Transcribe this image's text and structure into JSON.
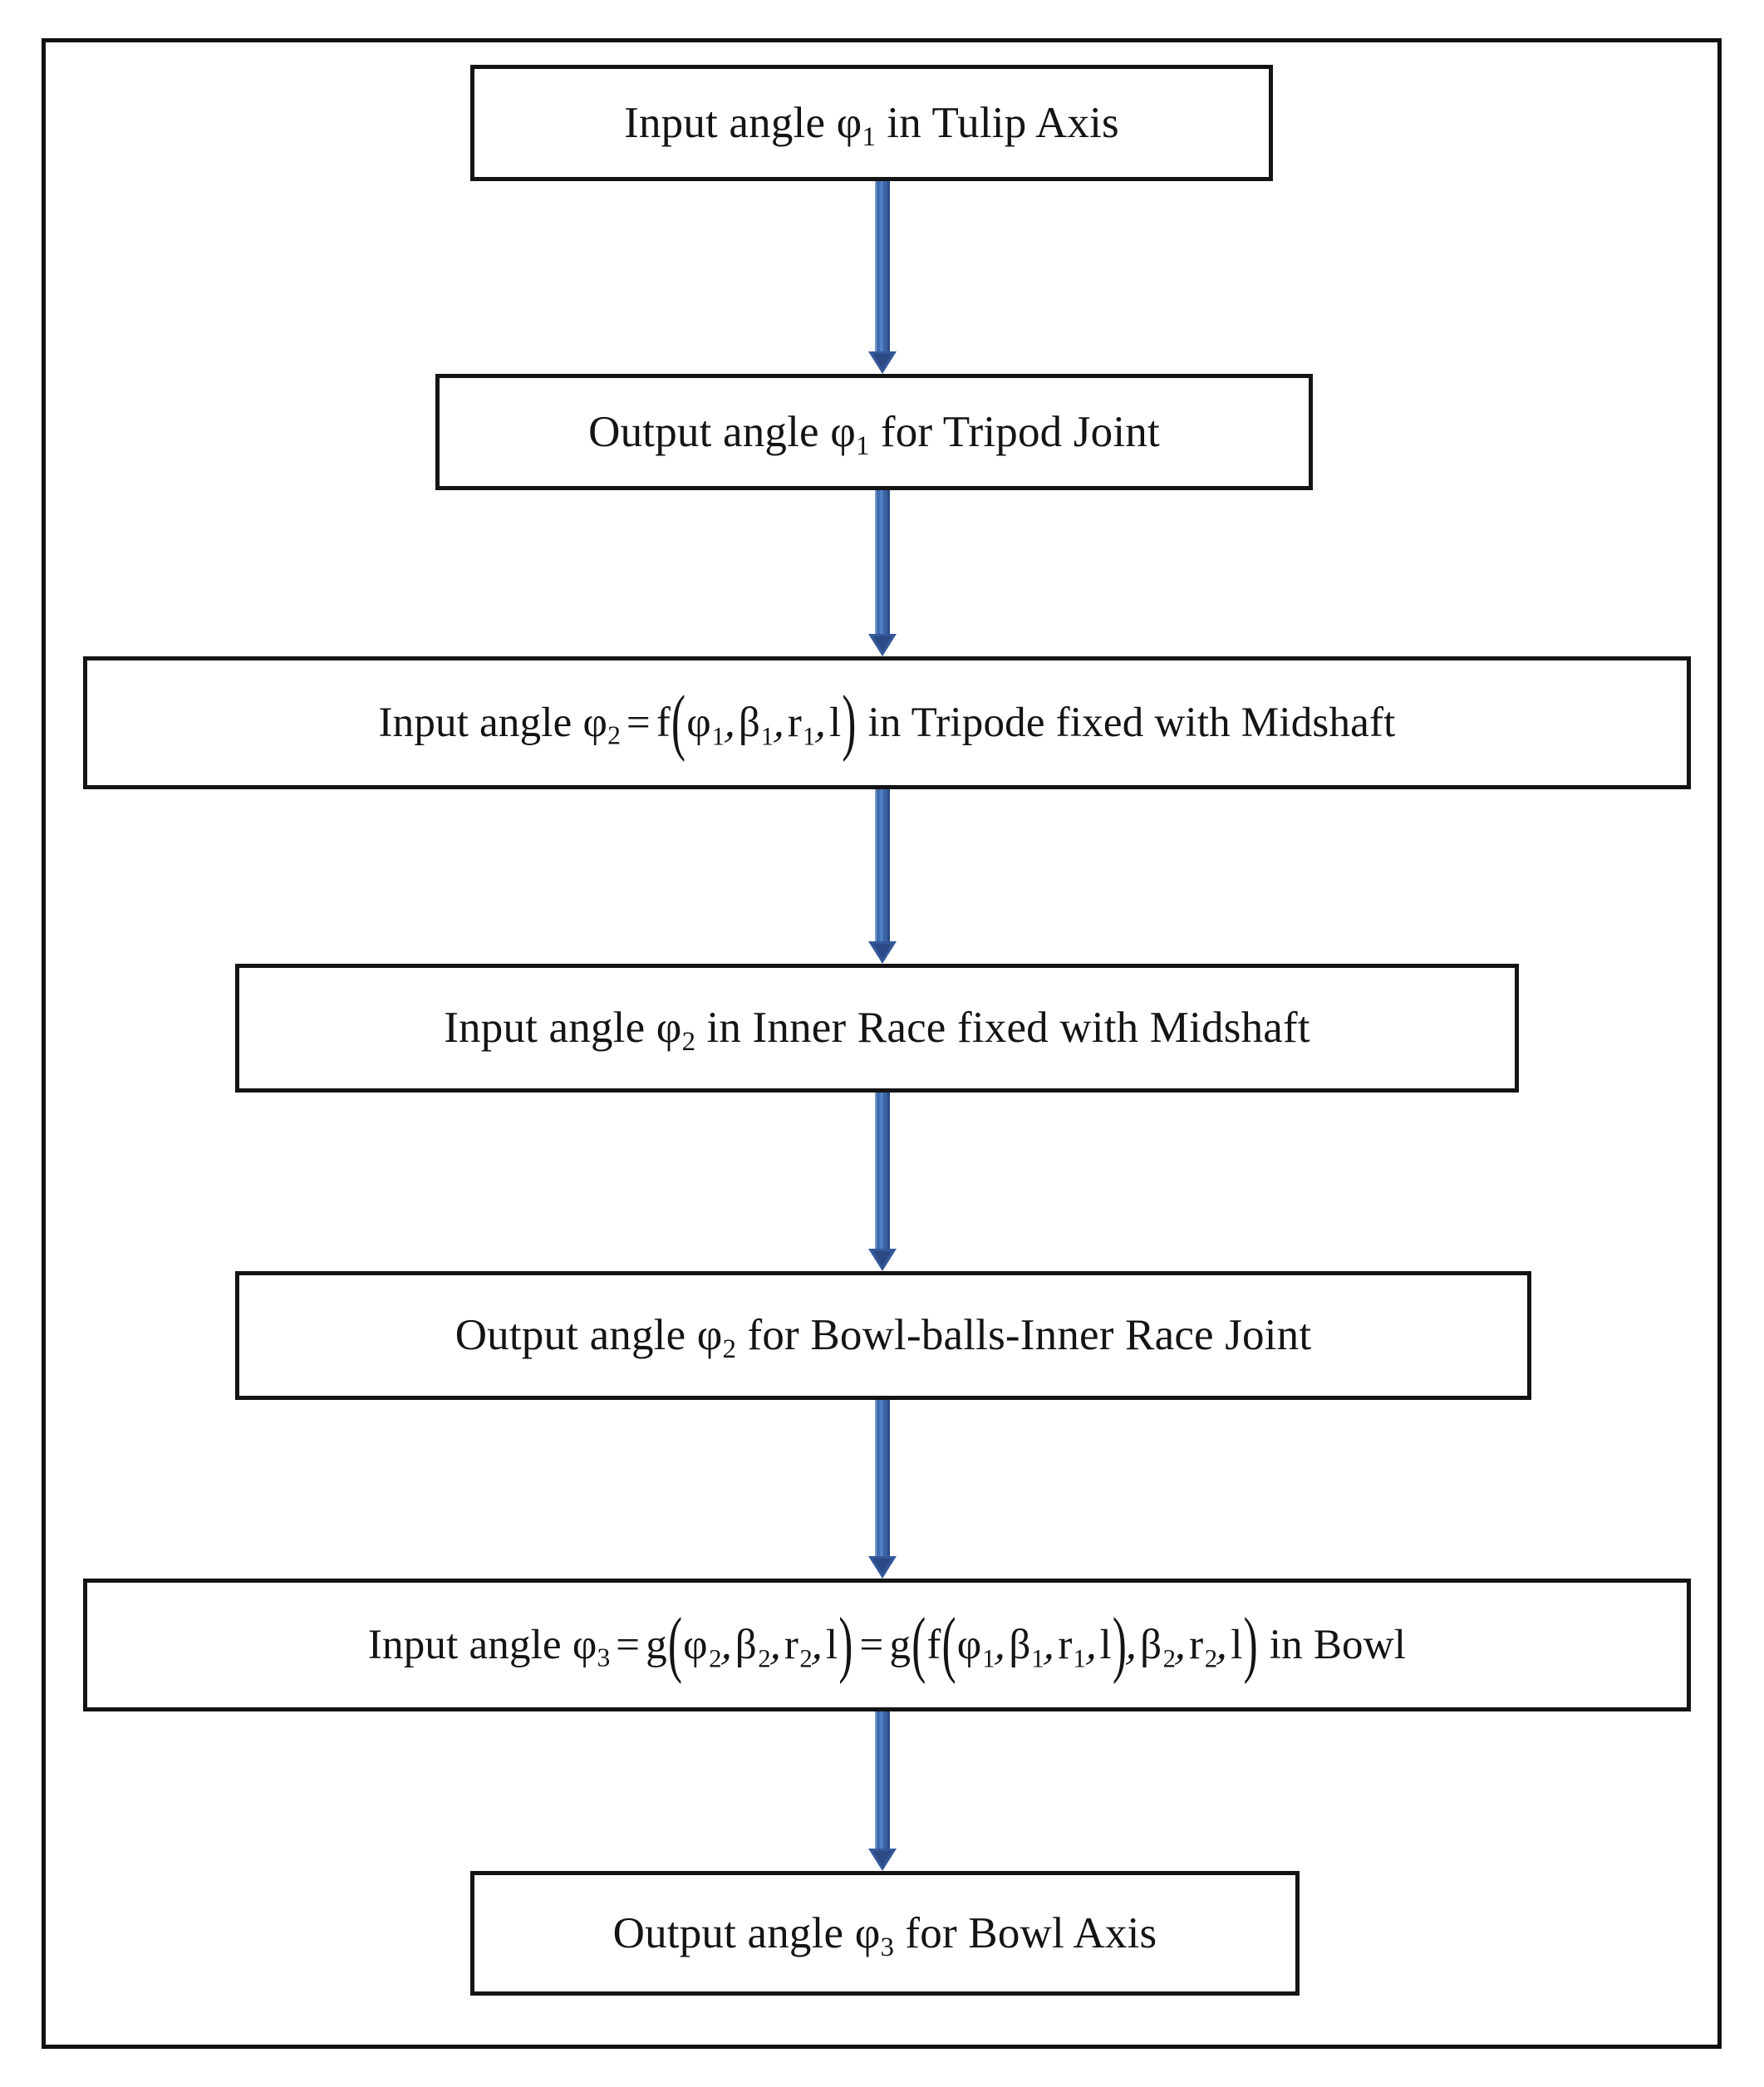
{
  "diagram": {
    "title": "Kinematic angle transmission flowchart for tripod and bowl joint",
    "frame_color": "#111111",
    "box_border_color": "#141414",
    "arrow_color": "#3f6bb0",
    "arrow_head_color": "#2b4a84",
    "background": "#ffffff",
    "nodes": [
      {
        "id": "node-1",
        "kind": "process",
        "text": "Input  angle φ1 in Tulip Axis",
        "text_plain": "Input angle phi_1 in Tulip Axis",
        "parts": {
          "prefix": "Input  angle ",
          "symbol": "φ",
          "subscript": "1",
          "suffix": " in Tulip Axis"
        }
      },
      {
        "id": "node-2",
        "kind": "process",
        "text": "Output angle φ1 for Tripod Joint",
        "text_plain": "Output angle phi_1 for Tripod Joint",
        "parts": {
          "prefix": "Output angle ",
          "symbol": "φ",
          "subscript": "1",
          "suffix": " for Tripod Joint"
        }
      },
      {
        "id": "node-3",
        "kind": "formula",
        "text": "Input angle  φ2 = f(φ1,β1,r1,l) in Tripode fixed with Midshaft",
        "text_plain": "Input angle phi_2 = f(phi_1, beta_1, r_1, l) in Tripode fixed with Midshaft",
        "parts": {
          "prefix": "Input angle  ",
          "lhs_symbol": "φ",
          "lhs_subscript": "2",
          "equals": "=",
          "function": "f",
          "args": [
            "φ₁",
            "β₁",
            "r₁",
            "l"
          ],
          "suffix": " in Tripode fixed with Midshaft"
        }
      },
      {
        "id": "node-4",
        "kind": "process",
        "text": "Input angle  φ2 in Inner Race fixed with Midshaft",
        "text_plain": "Input angle phi_2 in Inner Race fixed with Midshaft",
        "parts": {
          "prefix": "Input angle  ",
          "symbol": "φ",
          "subscript": "2",
          "suffix": " in Inner Race fixed with Midshaft"
        }
      },
      {
        "id": "node-5",
        "kind": "process",
        "text": "Output angle  φ2 for Bowl-balls-Inner Race Joint",
        "text_plain": "Output angle phi_2 for Bowl-balls-Inner Race Joint",
        "parts": {
          "prefix": "Output angle  ",
          "symbol": "φ",
          "subscript": "2",
          "suffix": " for Bowl-balls-Inner Race Joint"
        }
      },
      {
        "id": "node-6",
        "kind": "formula",
        "text": "Input angle  φ3 = g(φ2,β2,r2,l) = g(f(φ1,β1,r1,l),β2,r2,l) in Bowl",
        "text_plain": "Input angle phi_3 = g(phi_2, beta_2, r_2, l) = g(f(phi_1, beta_1, r_1, l), beta_2, r_2, l) in Bowl",
        "parts": {
          "prefix": "Input angle  ",
          "lhs_symbol": "φ",
          "lhs_subscript": "3",
          "equals": "=",
          "function_outer": "g",
          "args_first": [
            "φ₂",
            "β₂",
            "r₂",
            "l"
          ],
          "function_inner": "f",
          "args_inner": [
            "φ₁",
            "β₁",
            "r₁",
            "l"
          ],
          "args_outer_tail": [
            "β₂",
            "r₂",
            "l"
          ],
          "suffix": " in Bowl"
        }
      },
      {
        "id": "node-7",
        "kind": "process",
        "text": "Output angle φ3 for Bowl Axis",
        "text_plain": "Output angle phi_3 for Bowl Axis",
        "parts": {
          "prefix": "Output angle ",
          "symbol": "φ",
          "subscript": "3",
          "suffix": " for Bowl Axis"
        }
      }
    ],
    "edges": [
      {
        "id": "edge-1-2",
        "from": "node-1",
        "to": "node-2"
      },
      {
        "id": "edge-2-3",
        "from": "node-2",
        "to": "node-3"
      },
      {
        "id": "edge-3-4",
        "from": "node-3",
        "to": "node-4"
      },
      {
        "id": "edge-4-5",
        "from": "node-4",
        "to": "node-5"
      },
      {
        "id": "edge-5-6",
        "from": "node-5",
        "to": "node-6"
      },
      {
        "id": "edge-6-7",
        "from": "node-6",
        "to": "node-7"
      }
    ],
    "symbols": {
      "phi": "φ",
      "beta": "β",
      "r": "r",
      "l": "l",
      "comma": ",",
      "equals": "=",
      "open_paren": "(",
      "close_paren": ")"
    }
  }
}
